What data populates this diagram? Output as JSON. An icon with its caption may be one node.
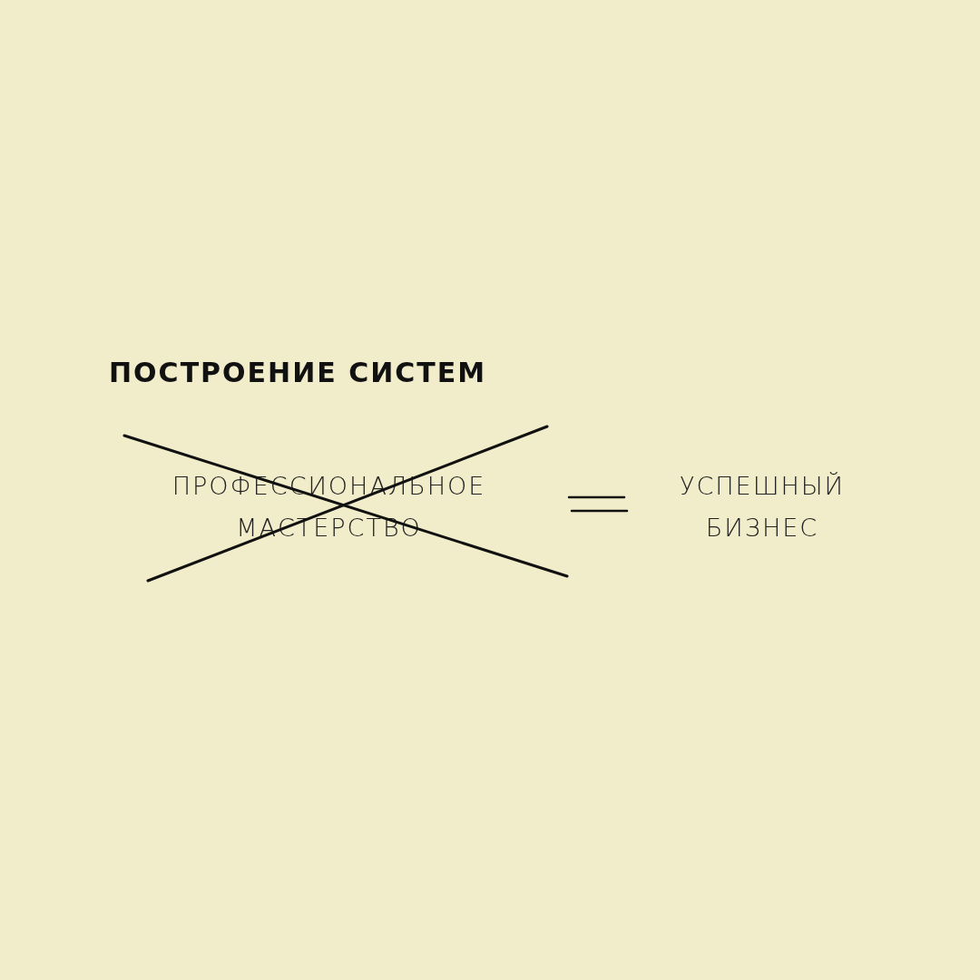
{
  "diagram": {
    "labels": [
      "ПОСТРОЕНИЕ СИСТЕМ",
      "ПРОФЕССИОНАЛЬНОЕ МАСТЕРСТВО",
      "УСПЕШНЫЙ БИЗНЕС"
    ]
  }
}
